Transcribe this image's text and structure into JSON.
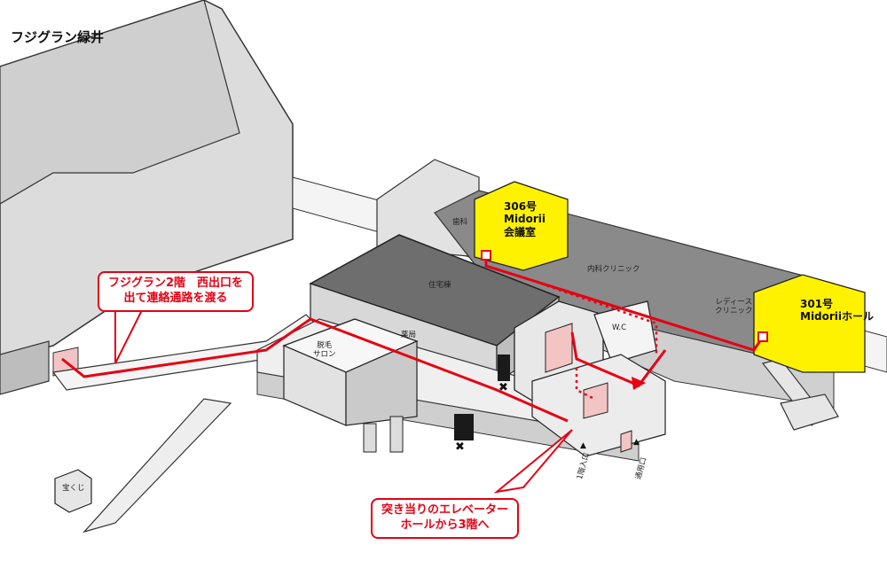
{
  "map": {
    "title": "フジグラン緑井",
    "rooms": {
      "r306_number": "306号",
      "r306_name1": "Midorii",
      "r306_name2": "会議室",
      "r301_number": "301号",
      "r301_name": "Midoriiホール"
    },
    "labels": {
      "dental": "歯科",
      "internal": "内科クリニック",
      "ladies1": "レディース",
      "ladies2": "クリニック",
      "residence": "住宅棟",
      "pharmacy": "薬局",
      "hair1": "脱毛",
      "hair2": "サロン",
      "wc": "W.C",
      "lottery": "宝くじ",
      "entrance1f": "1階入口",
      "service_entrance": "通用口"
    },
    "callouts": {
      "c1_line1": "フジグラン2階　西出口を",
      "c1_line2": "出て連絡通路を渡る",
      "c2_line1": "突き当りのエレベーター",
      "c2_line2": "ホールから3階へ"
    },
    "markers": {
      "x": "✖",
      "arrow": "▲"
    },
    "colors": {
      "route": "#e60012",
      "highlight": "#fff200",
      "roof": "#6e6e6e",
      "wall": "#d8d8d8",
      "floor": "#f2f2f2",
      "elevator": "#f2c4c4"
    }
  }
}
